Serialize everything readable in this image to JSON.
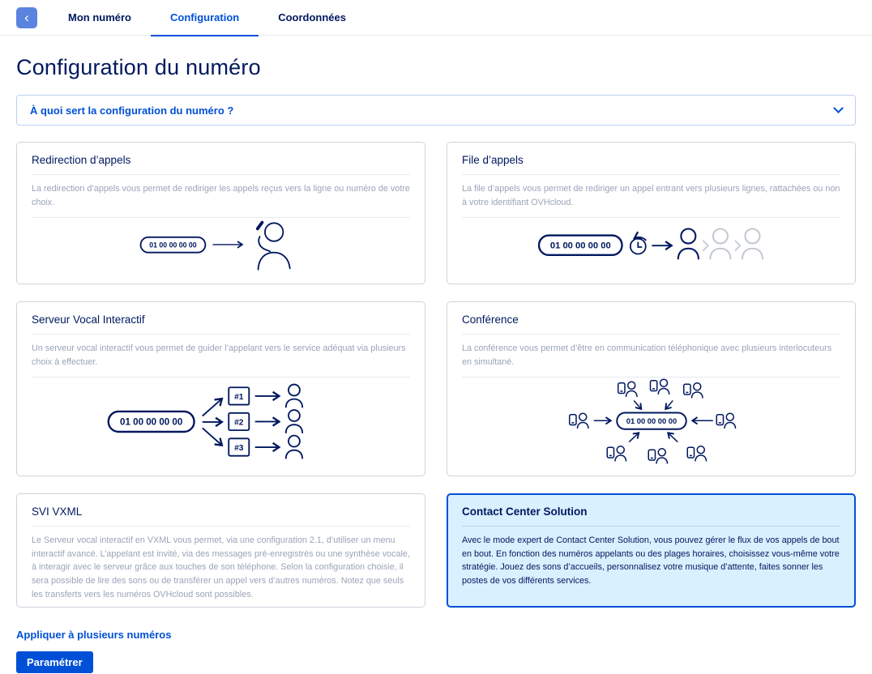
{
  "colors": {
    "primary": "#0050d7",
    "navy": "#00185e",
    "selected_card_bg": "#d9f0ff"
  },
  "nav": {
    "back_icon": "‹",
    "tabs": [
      {
        "label": "Mon numéro",
        "active": false
      },
      {
        "label": "Configuration",
        "active": true
      },
      {
        "label": "Coordonnées",
        "active": false
      }
    ]
  },
  "page": {
    "title": "Configuration du numéro"
  },
  "accordion": {
    "label": "À quoi sert la configuration du numéro ?",
    "chevron_icon": "chevron-down"
  },
  "cards": [
    {
      "title": "Redirection d’appels",
      "description": "La redirection d’appels vous permet de rediriger les appels reçus vers la ligne ou numéro de votre choix.",
      "phone": "01 00 00 00 00",
      "selected": false
    },
    {
      "title": "File d’appels",
      "description": "La file d’appels vous permet de rediriger un appel entrant vers plusieurs lignes, rattachées ou non à votre identifiant OVHcloud.",
      "phone": "01 00 00 00 00",
      "selected": false
    },
    {
      "title": "Serveur Vocal Interactif",
      "description": "Un serveur vocal interactif vous permet de guider l’appelant vers le service adéquat via plusieurs choix à effectuer.",
      "phone": "01 00 00 00 00",
      "options": [
        "#1",
        "#2",
        "#3"
      ],
      "selected": false
    },
    {
      "title": "Conférence",
      "description": "La conférence vous permet d’être en communication téléphonique avec plusieurs interlocuteurs en simultané.",
      "phone": "01 00 00 00 00",
      "selected": false
    },
    {
      "title": "SVI VXML",
      "description": "Le Serveur vocal interactif en VXML vous permet, via une configuration 2.1, d’utiliser un menu interactif avancé. L’appelant est invité, via des messages pré-enregistrés ou une synthèse vocale, à interagir avec le serveur grâce aux touches de son téléphone. Selon la configuration choisie, il sera possible de lire des sons ou de transférer un appel vers d’autres numéros. Notez que seuls les transferts vers les numéros OVHcloud sont possibles.",
      "selected": false
    },
    {
      "title": "Contact Center Solution",
      "description": "Avec le mode expert de Contact Center Solution, vous pouvez gérer le flux de vos appels de bout en bout. En fonction des numéros appelants ou des plages horaires, choisissez vous-même votre stratégie. Jouez des sons d’accueils, personnalisez votre musique d’attente, faites sonner les postes de vos différents services.",
      "selected": true
    }
  ],
  "footer": {
    "apply_link": "Appliquer à plusieurs numéros",
    "configure_button": "Paramétrer"
  }
}
